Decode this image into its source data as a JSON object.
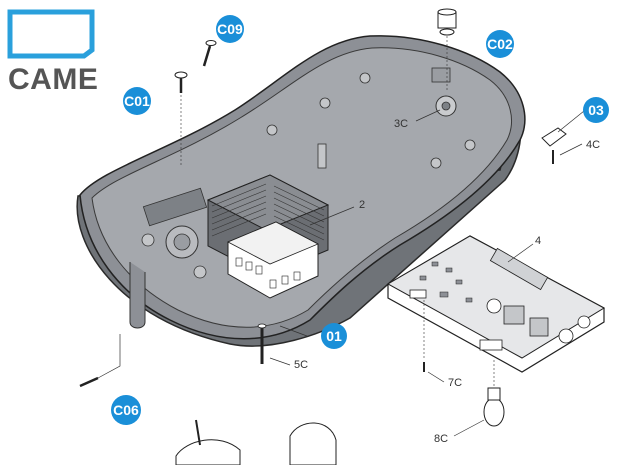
{
  "logo": {
    "brand": "CAME",
    "accent_color": "#2aa0dc",
    "text_color": "#555555"
  },
  "badges": {
    "color": "#1a8fd8",
    "c01": "C01",
    "c02": "C02",
    "c03": "03",
    "c06": "C06",
    "c09": "C09",
    "c01b": "01"
  },
  "labels": {
    "l2": "2",
    "l3c": "3C",
    "l4": "4",
    "l4c": "4C",
    "l5c": "5C",
    "l7c": "7C",
    "l8c": "8C"
  },
  "parts": {
    "cover_color": "#8d9096",
    "board_color": "#d8d9db"
  }
}
